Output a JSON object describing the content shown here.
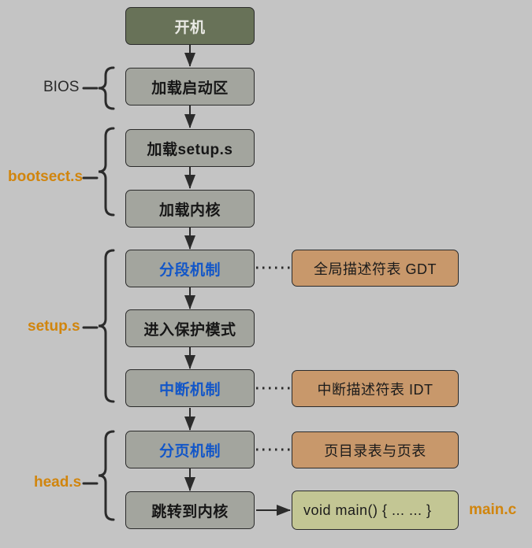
{
  "diagram": {
    "title": "Linux 0.11 boot flow",
    "background_color": "#c4c4c4",
    "colors": {
      "green_box": "#687258",
      "gray_box": "#a3a59e",
      "tan_box": "#c8986b",
      "yellow_box": "#c3c694",
      "orange_label": "#d1850d",
      "blue_text": "#1256c8",
      "stroke": "#2b2b2b"
    }
  },
  "flow_nodes": [
    {
      "id": "power_on",
      "label": "开机",
      "style": "green",
      "text_color": "white"
    },
    {
      "id": "load_boot",
      "label": "加载启动区",
      "style": "gray",
      "text_color": "dark"
    },
    {
      "id": "load_setup",
      "label": "加载setup.s",
      "style": "gray",
      "text_color": "dark"
    },
    {
      "id": "load_kernel",
      "label": "加载内核",
      "style": "gray",
      "text_color": "dark"
    },
    {
      "id": "segmentation",
      "label": "分段机制",
      "style": "gray",
      "text_color": "blue"
    },
    {
      "id": "protect_mode",
      "label": "进入保护模式",
      "style": "gray",
      "text_color": "dark"
    },
    {
      "id": "interrupt",
      "label": "中断机制",
      "style": "gray",
      "text_color": "blue"
    },
    {
      "id": "paging",
      "label": "分页机制",
      "style": "gray",
      "text_color": "blue"
    },
    {
      "id": "jump_kernel",
      "label": "跳转到内核",
      "style": "gray",
      "text_color": "dark"
    }
  ],
  "side_nodes": [
    {
      "id": "gdt",
      "label": "全局描述符表 GDT",
      "style": "tan"
    },
    {
      "id": "idt",
      "label": "中断描述符表 IDT",
      "style": "tan"
    },
    {
      "id": "pagetable",
      "label": "页目录表与页表",
      "style": "tan"
    },
    {
      "id": "mainfn",
      "label": "void main() { ... ... }",
      "style": "yellow"
    }
  ],
  "brace_labels": [
    {
      "id": "bios",
      "label": "BIOS",
      "color": "dark"
    },
    {
      "id": "bootsect",
      "label": "bootsect.s",
      "color": "orange"
    },
    {
      "id": "setup",
      "label": "setup.s",
      "color": "orange"
    },
    {
      "id": "head",
      "label": "head.s",
      "color": "orange"
    }
  ],
  "annotations": [
    {
      "id": "main_c",
      "label": "main.c",
      "color": "orange"
    }
  ]
}
